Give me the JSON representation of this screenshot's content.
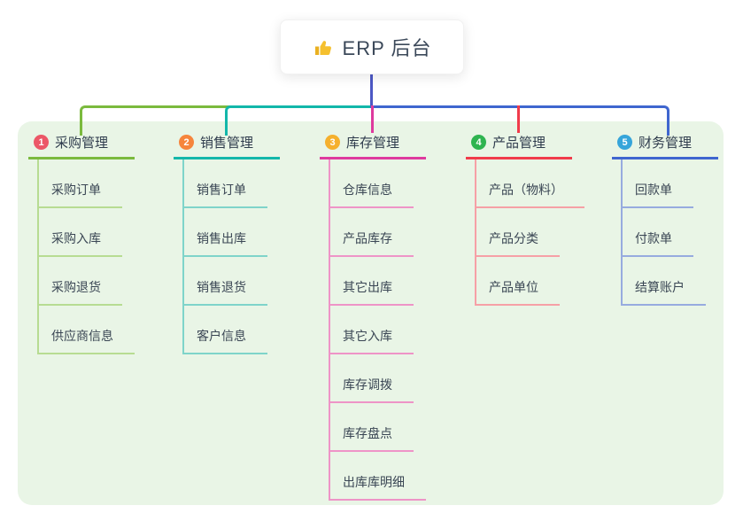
{
  "root": {
    "label": "ERP 后台",
    "icon": "thumbs-up-icon",
    "icon_color": "#f5c02f"
  },
  "canvas": {
    "panel_color": "#e9f5e6",
    "root_stem_color": "#4c58c5",
    "text_color": "#3a4654"
  },
  "branches": [
    {
      "num": "1",
      "label": "采购管理",
      "badge_color": "#ec5767",
      "line_color": "#7bba3e",
      "light_color": "#b7dc92",
      "children": [
        "采购订单",
        "采购入库",
        "采购退货",
        "供应商信息"
      ]
    },
    {
      "num": "2",
      "label": "销售管理",
      "badge_color": "#f6853c",
      "line_color": "#13b7aa",
      "light_color": "#7fd4ca",
      "children": [
        "销售订单",
        "销售出库",
        "销售退货",
        "客户信息"
      ]
    },
    {
      "num": "3",
      "label": "库存管理",
      "badge_color": "#f5b02d",
      "line_color": "#de3a9e",
      "light_color": "#ee94c7",
      "children": [
        "仓库信息",
        "产品库存",
        "其它出库",
        "其它入库",
        "库存调拨",
        "库存盘点",
        "出库库明细"
      ]
    },
    {
      "num": "4",
      "label": "产品管理",
      "badge_color": "#2fb450",
      "line_color": "#f13b4b",
      "light_color": "#f6a0a6",
      "children": [
        "产品（物料）",
        "产品分类",
        "产品单位"
      ]
    },
    {
      "num": "5",
      "label": "财务管理",
      "badge_color": "#36a5da",
      "line_color": "#3f66cf",
      "light_color": "#97abdf",
      "children": [
        "回款单",
        "付款单",
        "结算账户"
      ]
    }
  ]
}
